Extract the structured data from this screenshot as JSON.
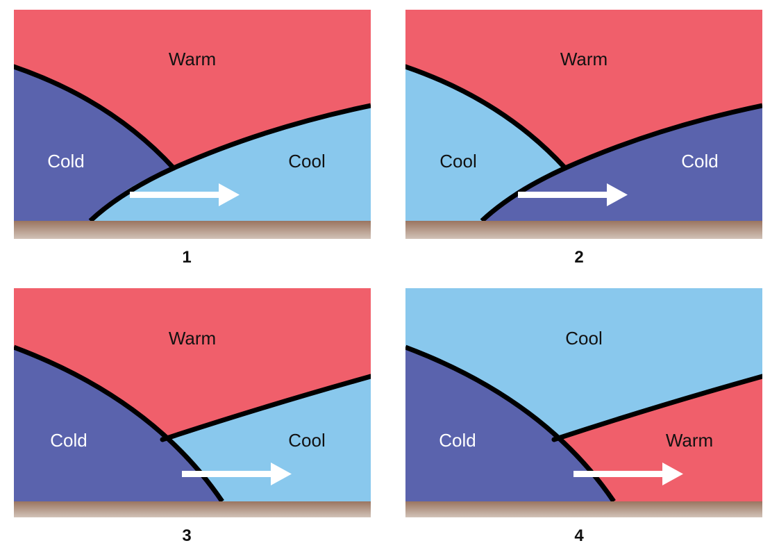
{
  "colors": {
    "warm": "#f05f6b",
    "cold": "#5a63ad",
    "cool": "#89c8ed",
    "ground_top": "#9a7560",
    "ground_bottom": "#d2c3b8",
    "front_line": "#000000",
    "arrow": "#ffffff"
  },
  "panels": [
    {
      "number": "1",
      "labels": {
        "warm": "Warm",
        "cold": "Cold",
        "cool": "Cool"
      }
    },
    {
      "number": "2",
      "labels": {
        "warm": "Warm",
        "cool": "Cool",
        "cold": "Cold"
      }
    },
    {
      "number": "3",
      "labels": {
        "warm": "Warm",
        "cold": "Cold",
        "cool": "Cool"
      }
    },
    {
      "number": "4",
      "labels": {
        "cool": "Cool",
        "cold": "Cold",
        "warm": "Warm"
      }
    }
  ],
  "icons": {
    "arrow": "right-arrow-icon"
  }
}
